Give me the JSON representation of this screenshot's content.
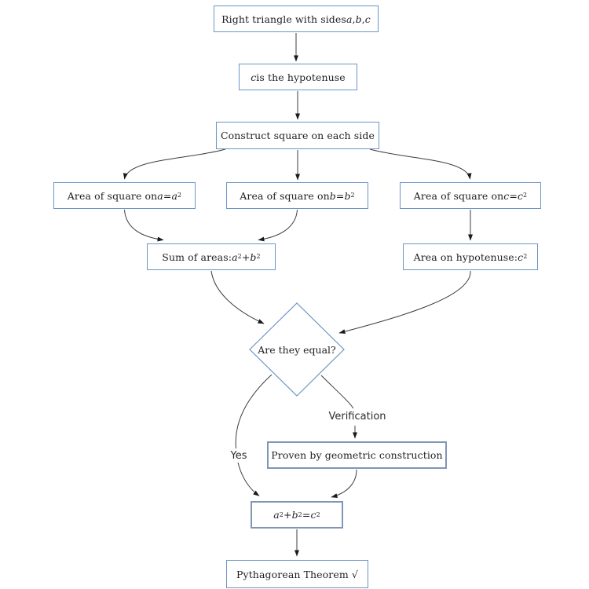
{
  "diagram": {
    "colors": {
      "background": "#ffffff",
      "node_border": "#6b96c6",
      "strong_border": "#8096b4",
      "edge_line": "#3d3d3d",
      "arrowhead": "#1a1a1a",
      "text": "#1f1f1f"
    },
    "nodes": {
      "right_triangle": "Right triangle with sides *a*, *b*, *c*",
      "hypotenuse": "*c* is the hypotenuse",
      "construct": "Construct square on each side",
      "area_a": "Area of square on *a* = *a*^2",
      "area_b": "Area of square on *b* = *b*^2",
      "area_c": "Area of square on *c* = *c*^2",
      "sum_areas": "Sum of areas: *a*^2 + *b*^2",
      "area_hyp": "Area on hypotenuse: *c*^2",
      "equal_question": "Are they equal?",
      "proven": "Proven by geometric construction",
      "equation": "*a*^2 + *b*^2 = *c*^2",
      "theorem": "Pythagorean Theorem √"
    },
    "edge_labels": {
      "yes": "Yes",
      "verification": "Verification"
    }
  }
}
